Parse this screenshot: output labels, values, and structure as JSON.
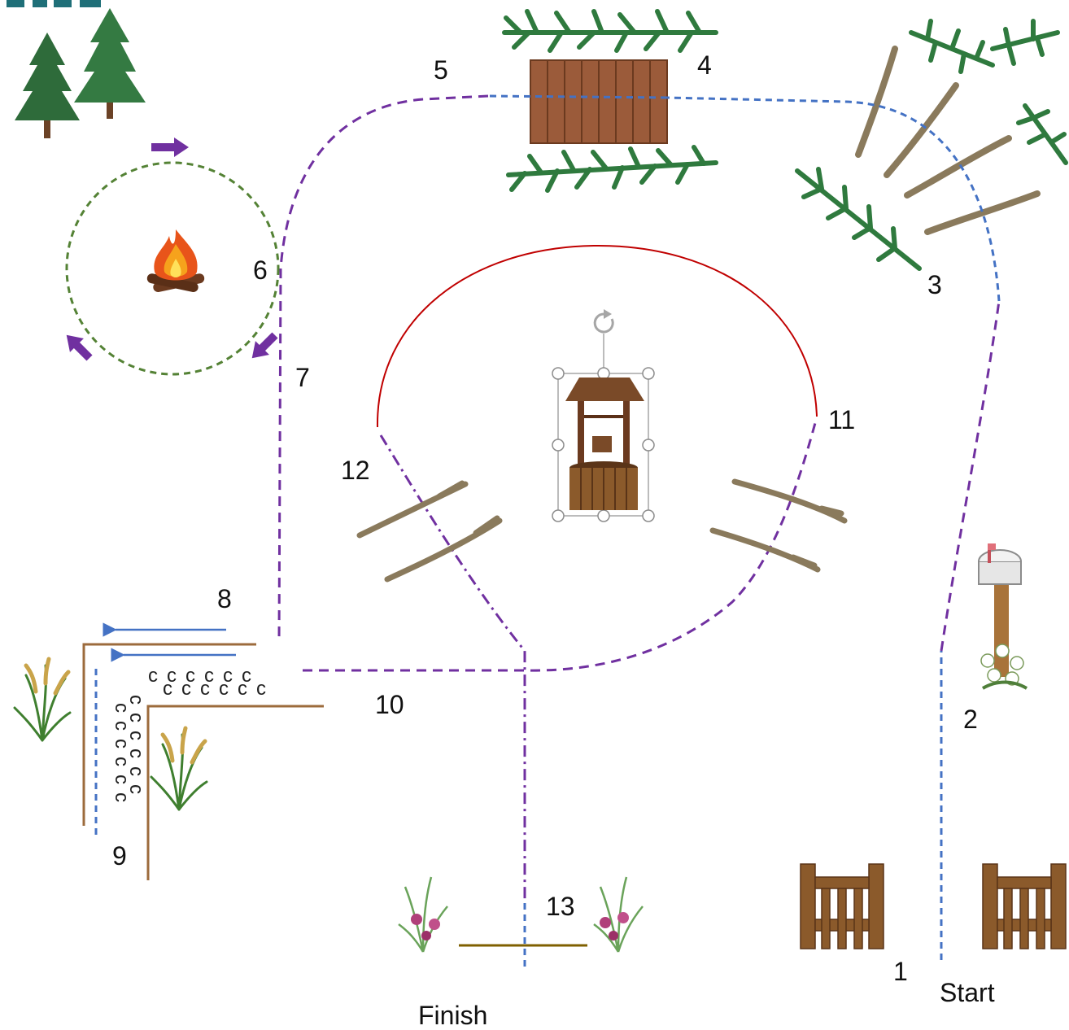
{
  "course": {
    "stations": [
      {
        "id": "1",
        "label": "1"
      },
      {
        "id": "2",
        "label": "2"
      },
      {
        "id": "3",
        "label": "3"
      },
      {
        "id": "4",
        "label": "4"
      },
      {
        "id": "5",
        "label": "5"
      },
      {
        "id": "6",
        "label": "6"
      },
      {
        "id": "7",
        "label": "7"
      },
      {
        "id": "8",
        "label": "8"
      },
      {
        "id": "9",
        "label": "9"
      },
      {
        "id": "10",
        "label": "10"
      },
      {
        "id": "11",
        "label": "11"
      },
      {
        "id": "12",
        "label": "12"
      },
      {
        "id": "13",
        "label": "13"
      }
    ],
    "start_label": "Start",
    "finish_label": "Finish",
    "hoof_mark": "c"
  },
  "colors": {
    "path_purple": "#7030a0",
    "path_blue": "#4472c4",
    "circle_green": "#548235",
    "arc_red": "#c00000",
    "chute_brown": "#9c6b3c",
    "finish_olive": "#7f6000",
    "arrow_purple": "#7030a0",
    "tree_green": "#2e6b3a",
    "wood_brown": "#8b5a2b",
    "corner_teal": "#1f6f78"
  },
  "icons": {
    "trees": "pine-trees-icon",
    "campfire": "campfire-icon",
    "bridge": "wooden-bridge-icon",
    "branches": "pine-branches-icon",
    "logs": "fallen-logs-icon",
    "well": "wishing-well-icon",
    "mailbox": "mailbox-icon",
    "gate": "wooden-gate-icon",
    "grass": "tall-grass-icon",
    "flowers": "flowers-icon"
  }
}
